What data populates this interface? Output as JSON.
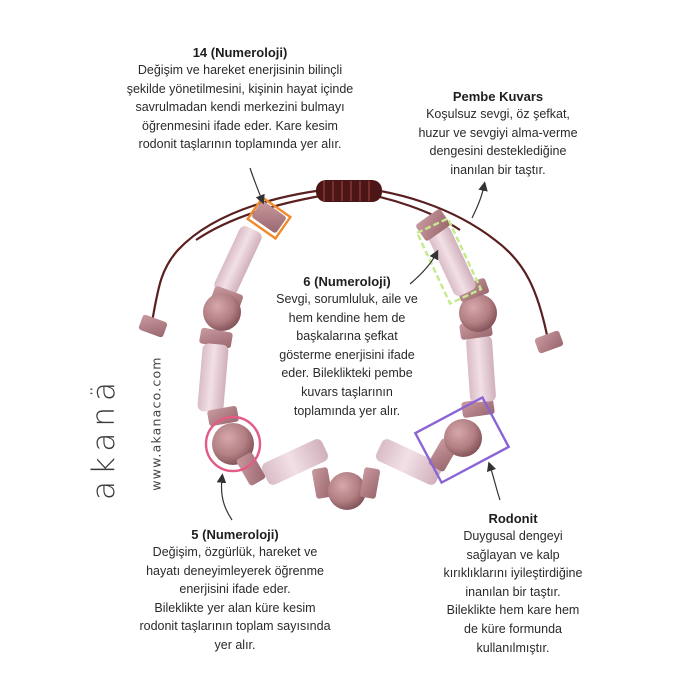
{
  "brand": {
    "logo_text": "akanä",
    "website": "www.akanaco.com"
  },
  "callouts": {
    "c14": {
      "title": "14 (Numeroloji)",
      "lines": [
        "Değişim ve hareket enerjisinin bilinçli",
        "şekilde yönetilmesini, kişinin hayat içinde",
        "savrulmadan kendi merkezini bulmayı",
        "öğrenmesini ifade eder. Kare kesim",
        "rodonit taşlarının toplamında yer alır."
      ]
    },
    "pembe": {
      "title": "Pembe Kuvars",
      "lines": [
        "Koşulsuz sevgi, öz şefkat,",
        "huzur ve sevgiyi alma-verme",
        "dengesini desteklediğine",
        "inanılan bir taştır."
      ]
    },
    "c6": {
      "title": "6 (Numeroloji)",
      "lines": [
        "Sevgi, sorumluluk, aile ve",
        "hem kendine hem de",
        "başkalarına şefkat",
        "gösterme enerjisini ifade",
        "eder. Bileklikteki pembe",
        "kuvars taşlarının",
        "toplamında yer alır."
      ]
    },
    "rodonit": {
      "title": "Rodonit",
      "lines": [
        "Duygusal dengeyi",
        "sağlayan ve kalp",
        "kırıklıklarını iyileştirdiğine",
        "inanılan bir taştır.",
        "Bileklikte hem kare hem",
        "de küre formunda",
        "kullanılmıştır."
      ]
    },
    "c5": {
      "title": "5 (Numeroloji)",
      "lines": [
        "Değişim, özgürlük, hareket ve",
        "hayatı deneyimleyerek öğrenme",
        "enerjisini ifade eder.",
        "Bileklikte yer alan küre kesim",
        "rodonit taşlarının toplam sayısında",
        "yer alır."
      ]
    }
  },
  "colors": {
    "cord": "#5a1f1f",
    "rhodonite": "#b27f83",
    "rhodonite_dark": "#8a5a5e",
    "quartz": "#e8cfd6",
    "marker_square": "#f08a2c",
    "marker_quartz": "#c5ea8c",
    "marker_sphere": "#e25c86",
    "marker_rodonit": "#8a63d4"
  }
}
